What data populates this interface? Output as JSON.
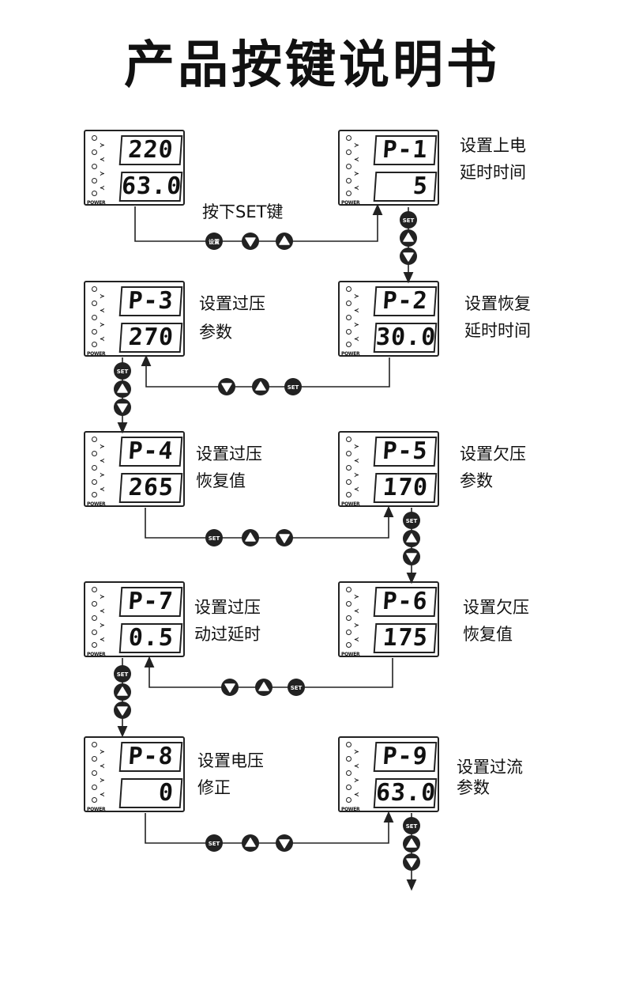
{
  "title": "产品按键说明书",
  "device": {
    "led_labels": [
      "≻",
      "≺",
      "≻",
      "≺"
    ],
    "power_label": "POWER"
  },
  "buttons": {
    "set": "SET",
    "set_cn": "设置"
  },
  "start_device": {
    "top": "220",
    "bottom": "63.0"
  },
  "start_caption": "按下SET键",
  "steps": [
    {
      "code": "P-1",
      "value": "5",
      "desc": [
        "设置上电",
        "延时时间"
      ]
    },
    {
      "code": "P-2",
      "value": "30.0",
      "desc": [
        "设置恢复",
        "延时时间"
      ]
    },
    {
      "code": "P-3",
      "value": "270",
      "desc": [
        "设置过压",
        "参数"
      ]
    },
    {
      "code": "P-4",
      "value": "265",
      "desc": [
        "设置过压",
        "恢复值"
      ]
    },
    {
      "code": "P-5",
      "value": "170",
      "desc": [
        "设置欠压",
        "参数"
      ]
    },
    {
      "code": "P-6",
      "value": "175",
      "desc": [
        "设置欠压",
        "恢复值"
      ]
    },
    {
      "code": "P-7",
      "value": "0.5",
      "desc": [
        "设置过压",
        "动过延时"
      ]
    },
    {
      "code": "P-8",
      "value": "0",
      "desc": [
        "设置电压",
        "修正"
      ]
    },
    {
      "code": "P-9",
      "value": "63.0",
      "desc": [
        "设置过流",
        "参数"
      ]
    }
  ]
}
